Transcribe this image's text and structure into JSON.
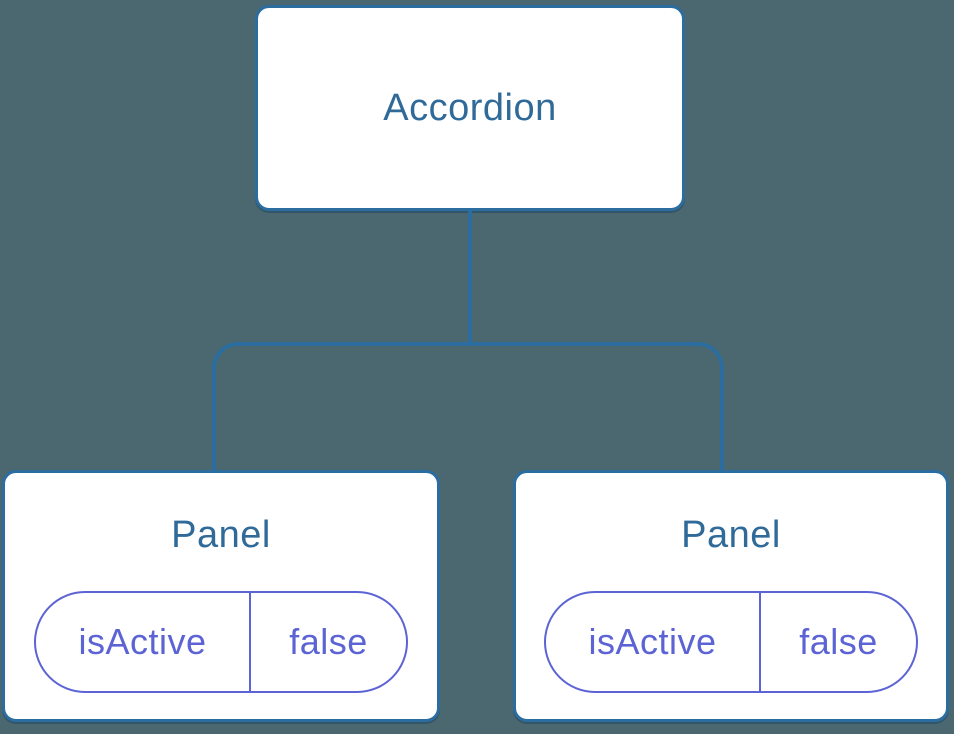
{
  "diagram": {
    "description": "React component tree: Accordion parent with two Panel children sharing state",
    "colors": {
      "background": "#4b6770",
      "node_fill": "#ffffff",
      "node_border_blue": "#2c6da0",
      "title_text_blue": "#2f6a99",
      "state_purple": "#5c63d4"
    },
    "root": {
      "label": "Accordion"
    },
    "children": [
      {
        "label": "Panel",
        "props": [
          {
            "name": "isActive",
            "value": "false"
          }
        ]
      },
      {
        "label": "Panel",
        "props": [
          {
            "name": "isActive",
            "value": "false"
          }
        ]
      }
    ]
  }
}
